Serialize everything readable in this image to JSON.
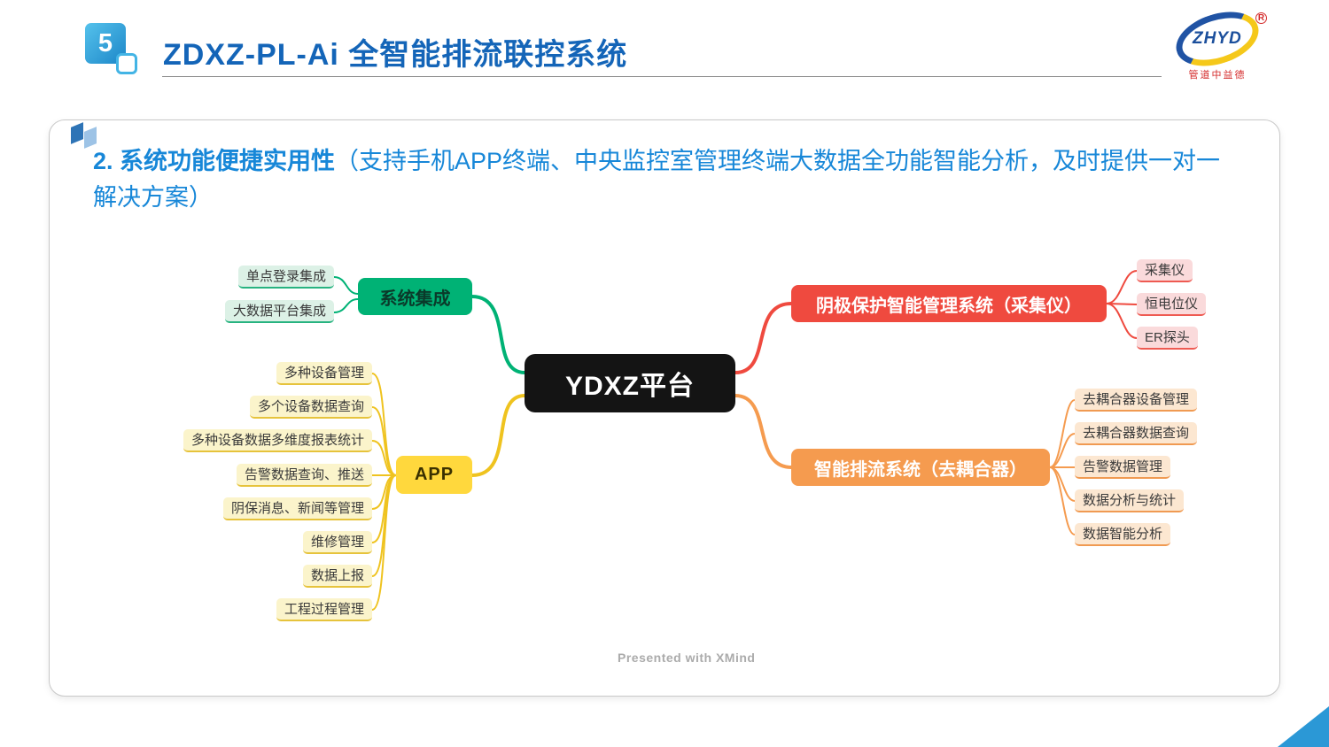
{
  "slide": {
    "page_number": "5",
    "title": "ZDXZ-PL-Ai 全智能排流联控系统",
    "title_color": "#1465B8",
    "logo": {
      "text": "ZHYD",
      "registered": "R",
      "tagline": "管道中益德"
    },
    "watermark": "Presented with XMind"
  },
  "panel": {
    "heading_bold": "2. 系统功能便捷实用性",
    "heading_rest": "（支持手机APP终端、中央监控室管理终端大数据全功能智能分析，及时提供一对一解决方案）",
    "heading_color": "#1787D8"
  },
  "mindmap": {
    "root": {
      "label": "YDXZ平台",
      "color": "#141414"
    },
    "branches": [
      {
        "id": "system-integration",
        "label": "系统集成",
        "color": "#00B275",
        "children": [
          "单点登录集成",
          "大数据平台集成"
        ]
      },
      {
        "id": "app",
        "label": "APP",
        "color": "#FFD83D",
        "children": [
          "多种设备管理",
          "多个设备数据查询",
          "多种设备数据多维度报表统计",
          "告警数据查询、推送",
          "阴保消息、新闻等管理",
          "维修管理",
          "数据上报",
          "工程过程管理"
        ]
      },
      {
        "id": "cathodic-protection",
        "label": "阴极保护智能管理系统（采集仪）",
        "color": "#EF4A3F",
        "children": [
          "采集仪",
          "恒电位仪",
          "ER探头"
        ]
      },
      {
        "id": "smart-drainage",
        "label": "智能排流系统（去耦合器）",
        "color": "#F59B4F",
        "children": [
          "去耦合器设备管理",
          "去耦合器数据查询",
          "告警数据管理",
          "数据分析与统计",
          "数据智能分析"
        ]
      }
    ]
  }
}
